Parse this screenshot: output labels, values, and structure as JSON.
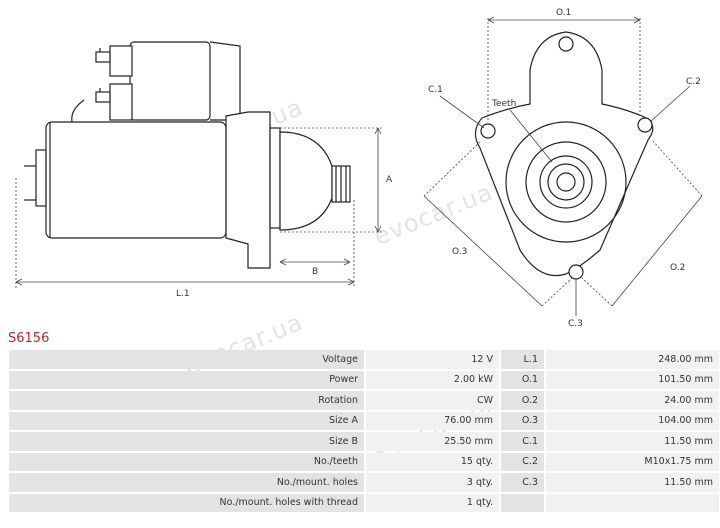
{
  "watermark": "evocar.ua",
  "part_number": "S6156",
  "drawing_labels": {
    "L1": "L.1",
    "A": "A",
    "B": "B",
    "O1": "O.1",
    "O2": "O.2",
    "O3": "O.3",
    "C1": "C.1",
    "C2": "C.2",
    "C3": "C.3",
    "teeth": "Teeth"
  },
  "specs": [
    {
      "label": "Voltage",
      "value": "12 V",
      "dim": "L.1",
      "dim_value": "248.00 mm"
    },
    {
      "label": "Power",
      "value": "2.00 kW",
      "dim": "O.1",
      "dim_value": "101.50 mm"
    },
    {
      "label": "Rotation",
      "value": "CW",
      "dim": "O.2",
      "dim_value": "24.00 mm"
    },
    {
      "label": "Size A",
      "value": "76.00 mm",
      "dim": "O.3",
      "dim_value": "104.00 mm"
    },
    {
      "label": "Size B",
      "value": "25.50 mm",
      "dim": "C.1",
      "dim_value": "11.50 mm"
    },
    {
      "label": "No./teeth",
      "value": "15 qty.",
      "dim": "C.2",
      "dim_value": "M10x1.75 mm"
    },
    {
      "label": "No./mount. holes",
      "value": "3 qty.",
      "dim": "C.3",
      "dim_value": "11.50 mm"
    },
    {
      "label": "No./mount. holes with thread",
      "value": "1 qty.",
      "dim": "",
      "dim_value": ""
    }
  ],
  "colors": {
    "accent": "#c0262d",
    "label_bg": "#e3e3e3",
    "value_bg": "#f1f1f1"
  }
}
